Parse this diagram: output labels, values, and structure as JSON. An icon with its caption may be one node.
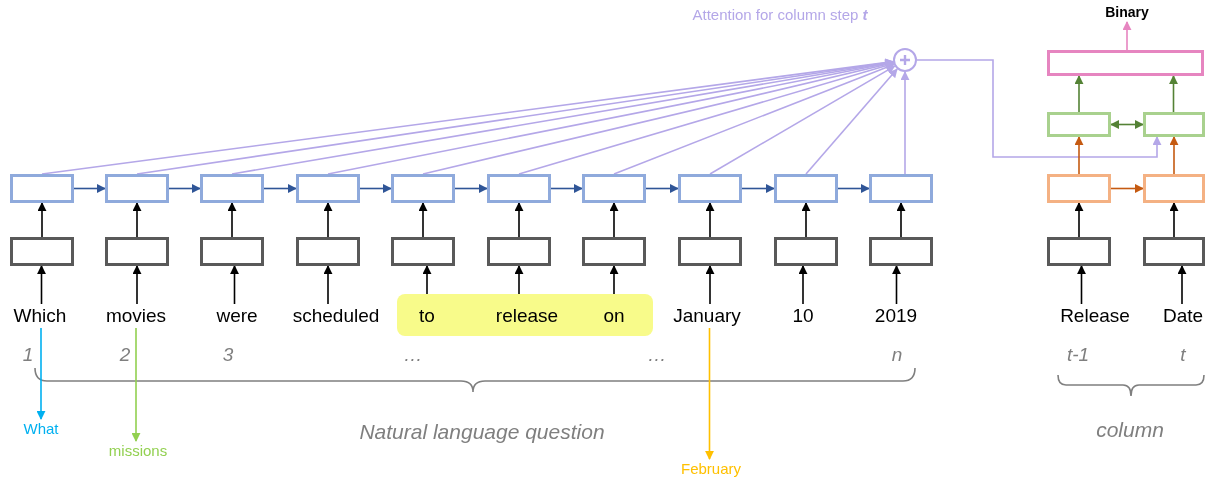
{
  "diagram": {
    "nodes": [
      {
        "text": [
          "Binary"
        ]
      },
      {
        "text": [],
        "shape": "box"
      },
      {
        "text": [],
        "shape": "box"
      },
      {
        "text": [],
        "shape": "box"
      },
      {
        "text": [],
        "shape": "box"
      },
      {
        "text": [],
        "shape": "box"
      },
      {
        "text": [],
        "shape": "box"
      },
      {
        "text": [],
        "shape": "box"
      },
      {
        "text": [],
        "shape": "box"
      },
      {
        "text": [],
        "shape": "box"
      },
      {
        "text": [],
        "shape": "box"
      },
      {
        "text": [],
        "shape": "box"
      },
      {
        "text": [],
        "shape": "box"
      },
      {
        "text": [],
        "shape": "box"
      },
      {
        "text": [],
        "shape": "circle"
      },
      {
        "text": [],
        "shape": "box"
      },
      {
        "text": [],
        "shape": "box"
      },
      {
        "text": [],
        "shape": "box"
      },
      {
        "text": [],
        "shape": "box"
      },
      {
        "text": [],
        "shape": "box"
      },
      {
        "text": [],
        "shape": "box"
      },
      {
        "text": [],
        "shape": "box"
      },
      {
        "text": [],
        "shape": "box"
      },
      {
        "text": [],
        "shape": "box"
      },
      {
        "text": [],
        "shape": "box"
      },
      {
        "text": [],
        "shape": "box"
      },
      {
        "text": [],
        "shape": "box"
      },
      {
        "text": [],
        "shape": "box"
      },
      {
        "text": [],
        "shape": "box"
      },
      {
        "text": [],
        "shape": "box"
      },
      {
        "text": [
          "Which"
        ]
      },
      {
        "text": [
          "movies"
        ]
      },
      {
        "text": [
          "were"
        ]
      },
      {
        "text": [
          "scheduled"
        ]
      },
      {
        "text": [
          "to"
        ],
        "in": 29
      },
      {
        "text": [
          "release"
        ],
        "in": 29
      },
      {
        "text": [
          "on"
        ],
        "in": 29
      },
      {
        "text": [
          "January"
        ]
      },
      {
        "text": [
          "10"
        ]
      },
      {
        "text": [
          "2019"
        ]
      },
      {
        "text": [
          "Release"
        ]
      },
      {
        "text": [
          "Date"
        ]
      },
      {
        "text": [
          "What"
        ]
      },
      {
        "text": [
          "missions"
        ]
      },
      {
        "text": [
          "February"
        ]
      }
    ],
    "edges": [
      {
        "from": 30,
        "to": 17,
        "arrow": "to"
      },
      {
        "from": 31,
        "to": 18,
        "arrow": "to"
      },
      {
        "from": 32,
        "to": 19,
        "arrow": "to"
      },
      {
        "from": 33,
        "to": 20,
        "arrow": "to"
      },
      {
        "from": 34,
        "to": 21,
        "arrow": "to"
      },
      {
        "from": 35,
        "to": 22,
        "arrow": "to"
      },
      {
        "from": 36,
        "to": 23,
        "arrow": "to"
      },
      {
        "from": 37,
        "to": 24,
        "arrow": "to"
      },
      {
        "from": 38,
        "to": 25,
        "arrow": "to"
      },
      {
        "from": 39,
        "to": 26,
        "arrow": "to"
      },
      {
        "from": 17,
        "to": 4,
        "arrow": "to"
      },
      {
        "from": 18,
        "to": 5,
        "arrow": "to"
      },
      {
        "from": 19,
        "to": 6,
        "arrow": "to"
      },
      {
        "from": 20,
        "to": 7,
        "arrow": "to"
      },
      {
        "from": 21,
        "to": 8,
        "arrow": "to"
      },
      {
        "from": 22,
        "to": 9,
        "arrow": "to"
      },
      {
        "from": 23,
        "to": 10,
        "arrow": "to"
      },
      {
        "from": 24,
        "to": 11,
        "arrow": "to"
      },
      {
        "from": 25,
        "to": 12,
        "arrow": "to"
      },
      {
        "from": 26,
        "to": 13,
        "arrow": "to"
      },
      {
        "from": 4,
        "to": 5,
        "arrow": "to",
        "color": "#2f5597"
      },
      {
        "from": 5,
        "to": 6,
        "arrow": "to",
        "color": "#2f5597"
      },
      {
        "from": 6,
        "to": 7,
        "arrow": "to",
        "color": "#2f5597"
      },
      {
        "from": 7,
        "to": 8,
        "arrow": "to",
        "color": "#2f5597"
      },
      {
        "from": 8,
        "to": 9,
        "arrow": "to",
        "color": "#2f5597"
      },
      {
        "from": 9,
        "to": 10,
        "arrow": "to",
        "color": "#2f5597"
      },
      {
        "from": 10,
        "to": 11,
        "arrow": "to",
        "color": "#2f5597"
      },
      {
        "from": 11,
        "to": 12,
        "arrow": "to",
        "color": "#2f5597"
      },
      {
        "from": 12,
        "to": 13,
        "arrow": "to",
        "color": "#2f5597"
      },
      {
        "from": 4,
        "to": 14,
        "arrow": "to",
        "color": "#b4a7e8"
      },
      {
        "from": 5,
        "to": 14,
        "arrow": "to",
        "color": "#b4a7e8"
      },
      {
        "from": 6,
        "to": 14,
        "arrow": "to",
        "color": "#b4a7e8"
      },
      {
        "from": 7,
        "to": 14,
        "arrow": "to",
        "color": "#b4a7e8"
      },
      {
        "from": 8,
        "to": 14,
        "arrow": "to",
        "color": "#b4a7e8"
      },
      {
        "from": 9,
        "to": 14,
        "arrow": "to",
        "color": "#b4a7e8"
      },
      {
        "from": 10,
        "to": 14,
        "arrow": "to",
        "color": "#b4a7e8"
      },
      {
        "from": 11,
        "to": 14,
        "arrow": "to",
        "color": "#b4a7e8"
      },
      {
        "from": 12,
        "to": 14,
        "arrow": "to",
        "color": "#b4a7e8"
      },
      {
        "from": 13,
        "to": 14,
        "arrow": "to",
        "color": "#b4a7e8"
      },
      {
        "from": 14,
        "to": 3,
        "arrow": "to",
        "color": "#b4a7e8"
      },
      {
        "from": 40,
        "to": 27,
        "arrow": "to"
      },
      {
        "from": 41,
        "to": 28,
        "arrow": "to"
      },
      {
        "from": 27,
        "to": 15,
        "arrow": "to"
      },
      {
        "from": 28,
        "to": 16,
        "arrow": "to"
      },
      {
        "from": 15,
        "to": 16,
        "arrow": "to",
        "color": "#c55a11"
      },
      {
        "from": 15,
        "to": 2,
        "arrow": "to",
        "color": "#c55a11"
      },
      {
        "from": 16,
        "to": 3,
        "arrow": "to",
        "color": "#c55a11"
      },
      {
        "from": 2,
        "to": 3,
        "arrow": "both",
        "color": "#548235"
      },
      {
        "from": 2,
        "to": 1,
        "arrow": "to",
        "color": "#548235"
      },
      {
        "from": 3,
        "to": 1,
        "arrow": "to",
        "color": "#548235"
      },
      {
        "from": 1,
        "to": 0,
        "arrow": "to",
        "color": "#e685c0"
      },
      {
        "from": 30,
        "to": 42,
        "arrow": "to",
        "color": "#00b0f0"
      },
      {
        "from": 31,
        "to": 43,
        "arrow": "to",
        "color": "#92d050"
      },
      {
        "from": 37,
        "to": 44,
        "arrow": "to",
        "color": "#ffc000"
      }
    ],
    "labels": [
      "Attention for column step **t**",
      "1",
      "2",
      "3",
      "…",
      "…",
      "n",
      "t-1",
      "t",
      "Natural language question",
      "column"
    ]
  }
}
